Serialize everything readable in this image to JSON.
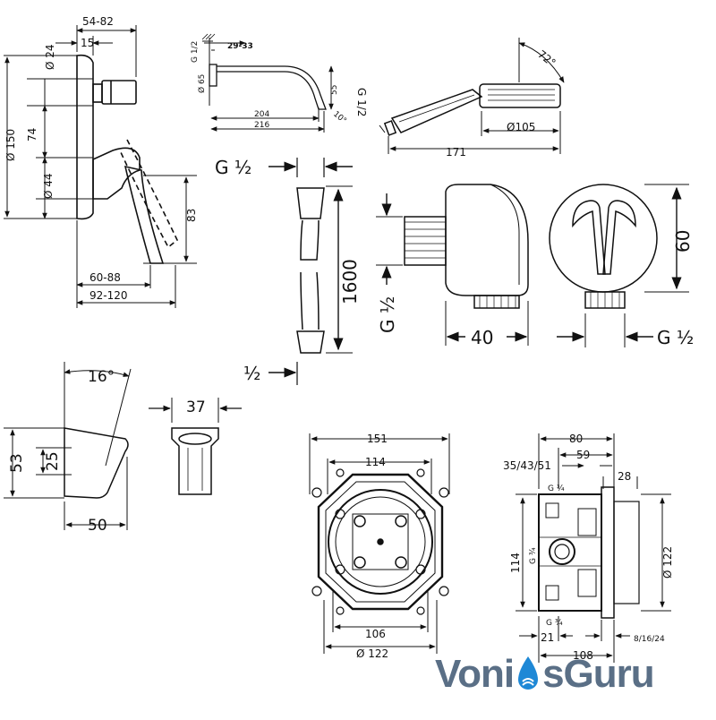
{
  "mixer": {
    "dims": {
      "depth_range": "54-82",
      "plate_offset": "15",
      "outlet_dia": "Ø 24",
      "plate_dia": "Ø 150",
      "spacing": "74",
      "lower_dia": "Ø 44",
      "lever_height": "83",
      "lever_reach": "60-88",
      "total_depth": "92-120"
    }
  },
  "shower_arm": {
    "dims": {
      "thread": "G 1/2",
      "wall": "29-33",
      "flange_dia": "Ø 65",
      "drop": "55",
      "length_inner": "204",
      "length_outer": "216",
      "angle": "10°"
    }
  },
  "hand_shower": {
    "dims": {
      "thread": "G 1/2",
      "angle": "72°",
      "head_dia": "Ø105",
      "length": "171"
    }
  },
  "hose": {
    "dims": {
      "thread_top": "G ½",
      "length": "1600",
      "thread_bottom": "½"
    }
  },
  "elbow": {
    "dims": {
      "thread_side": "G ½",
      "depth": "40",
      "thread_bottom": "G ½",
      "height": "60"
    }
  },
  "holder": {
    "dims": {
      "angle": "16°",
      "height_total": "53",
      "height_inner": "25",
      "depth": "50",
      "width": "37"
    }
  },
  "box_front": {
    "dims": {
      "outer": "151",
      "inner": "114",
      "inner_bottom": "106",
      "outer_dia": "Ø 122"
    }
  },
  "box_side": {
    "dims": {
      "overall": "80",
      "mid": "59",
      "options": "35/43/51",
      "flange": "28",
      "thread_top": "G ¾",
      "height": "114",
      "thread_mid": "G ¾",
      "dia": "Ø 122",
      "thread_bottom": "G ¾",
      "offset_bottom": "21",
      "depth": "108",
      "options_bottom": "8/16/24"
    }
  },
  "watermark": {
    "part1": "Voni",
    "part2": "s",
    "part3": "Guru"
  },
  "colors": {
    "line": "#111111",
    "brand": "#5a6f86",
    "brand_drop": "#1e88d6"
  }
}
